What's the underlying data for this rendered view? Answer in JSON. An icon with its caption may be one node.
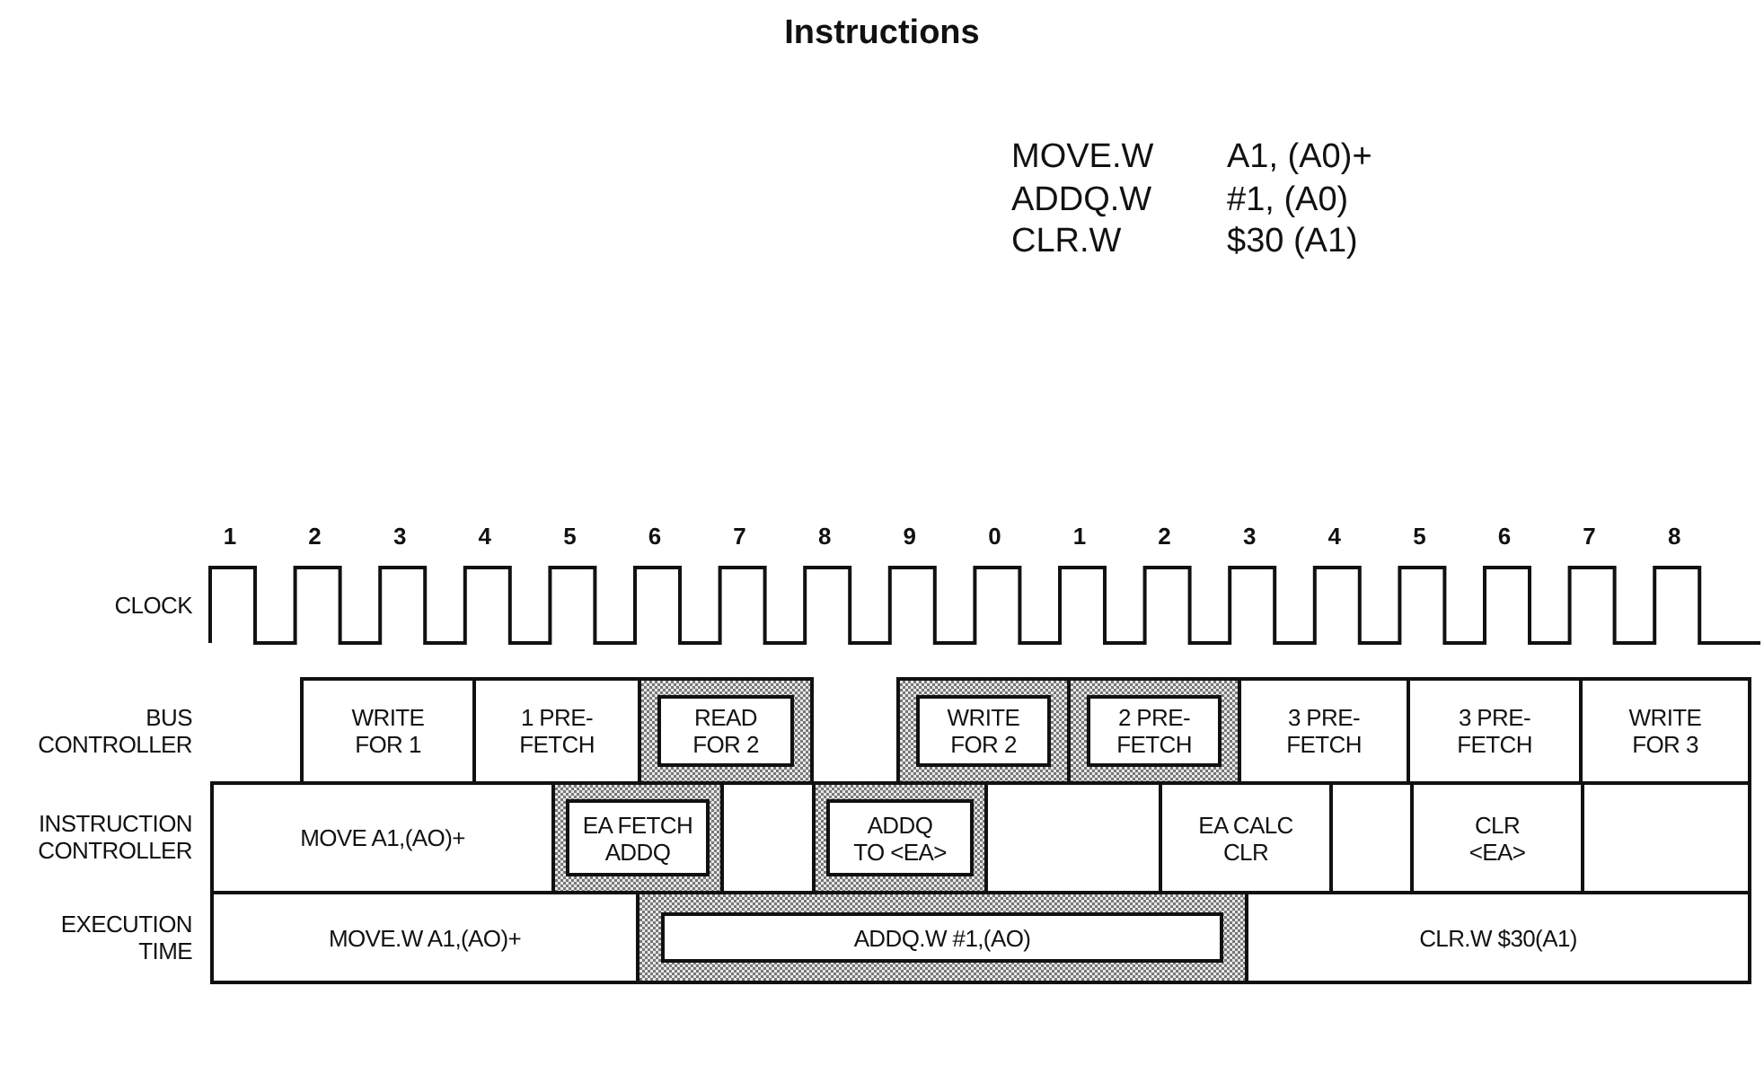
{
  "diagram": {
    "title": "Instructions",
    "nodes": [
      {
        "text": [
          "WRITE FOR 1"
        ]
      },
      {
        "text": [
          "1 PRE- FETCH"
        ]
      },
      {
        "text": [],
        "shape": "box"
      },
      {
        "text": [
          "READ FOR 2"
        ],
        "in": 2
      },
      {
        "text": [],
        "shape": "box"
      },
      {
        "text": [
          "WRITE FOR 2"
        ],
        "in": 4
      },
      {
        "text": [],
        "shape": "box"
      },
      {
        "text": [
          "2 PRE- FETCH"
        ],
        "in": 6
      },
      {
        "text": [
          "3 PRE- FETCH"
        ]
      },
      {
        "text": [
          "3 PRE- FETCH"
        ]
      },
      {
        "text": [
          "WRITE FOR 3"
        ]
      },
      {
        "text": [
          "MOVE A1,(AO)+"
        ]
      },
      {
        "text": [],
        "shape": "box"
      },
      {
        "text": [
          "EA FETCH ADDQ"
        ],
        "in": 12
      },
      {
        "text": [],
        "shape": "box"
      },
      {
        "text": [],
        "shape": "box"
      },
      {
        "text": [
          "ADDQ TO <EA>"
        ],
        "in": 15
      },
      {
        "text": [],
        "shape": "box"
      },
      {
        "text": [
          "EA CALC CLR"
        ]
      },
      {
        "text": [],
        "shape": "box"
      },
      {
        "text": [
          "CLR <EA>"
        ]
      },
      {
        "text": [],
        "shape": "box"
      },
      {
        "text": [
          "MOVE.W A1,(AO)+"
        ]
      },
      {
        "text": [],
        "shape": "box"
      },
      {
        "text": [
          "ADDQ.W #1,(AO)"
        ],
        "in": 23
      },
      {
        "text": [
          "CLR.W $30(A1)"
        ]
      }
    ],
    "labels": [
      "MOVE.W",
      "A1, (A0)+",
      "ADDQ.W",
      "#1, (A0)",
      "CLR.W",
      "$30 (A1)",
      "1",
      "2",
      "3",
      "4",
      "5",
      "6",
      "7",
      "8",
      "9",
      "0",
      "1",
      "2",
      "3",
      "4",
      "5",
      "6",
      "7",
      "8",
      "CLOCK",
      "BUS CONTROLLER",
      "INSTRUCTION CONTROLLER",
      "EXECUTION TIME"
    ]
  }
}
